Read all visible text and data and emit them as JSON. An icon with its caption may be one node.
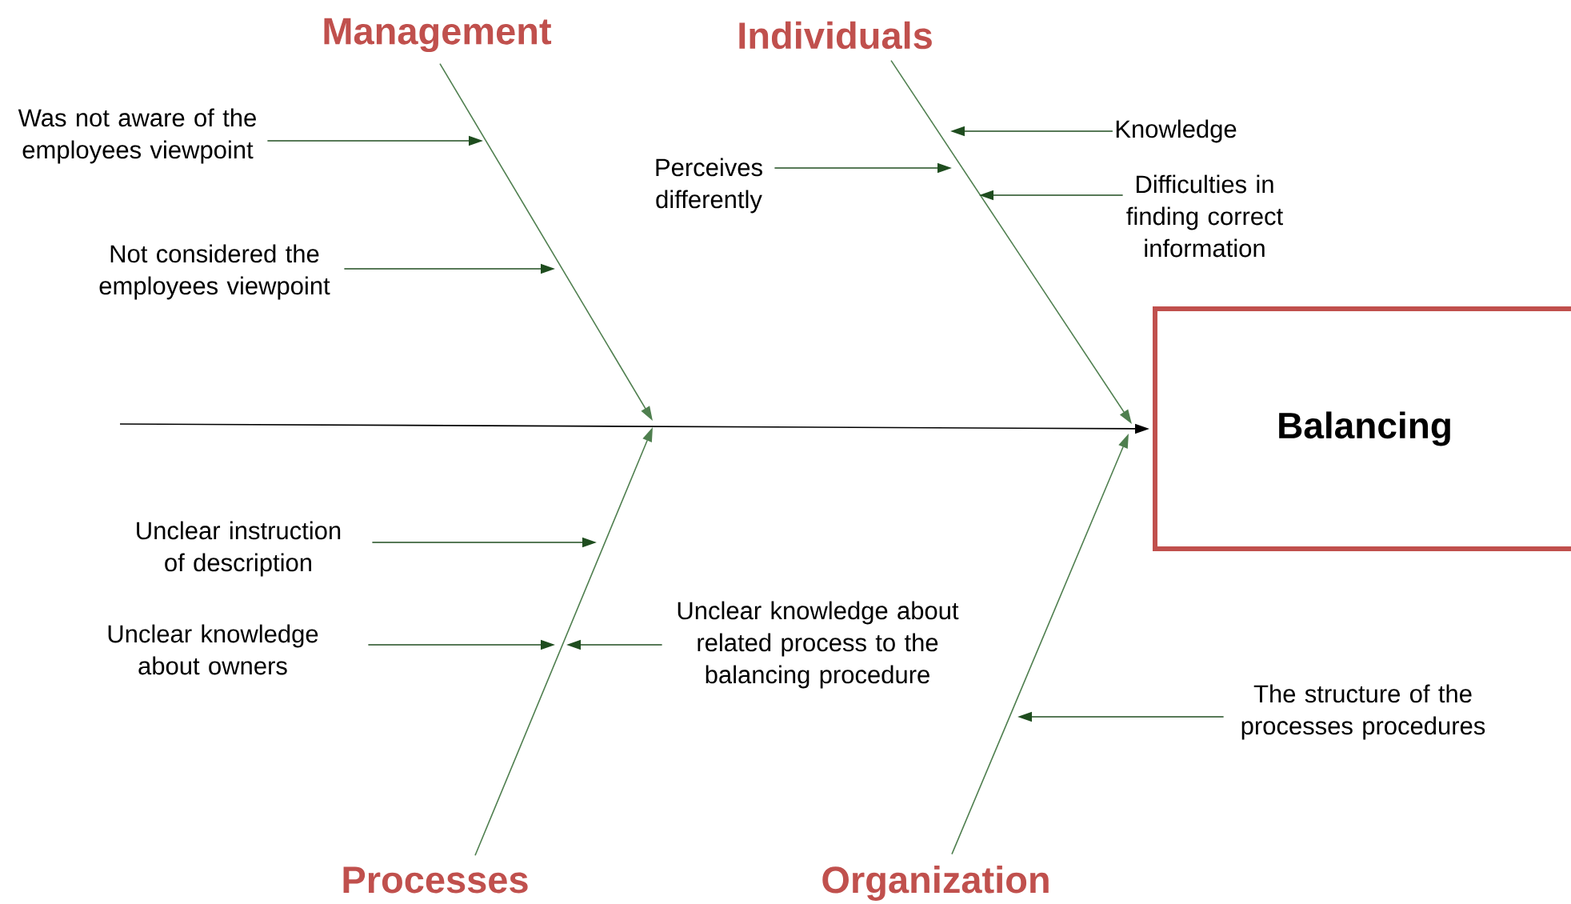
{
  "diagram": {
    "nodes": [
      {
        "text": [
          "Balancing"
        ]
      },
      {
        "text": [
          "Management"
        ]
      },
      {
        "text": [
          "Individuals"
        ]
      },
      {
        "text": [
          "Processes"
        ]
      },
      {
        "text": [
          "Organization"
        ]
      },
      {
        "text": [
          "Was not aware of the employees viewpoint"
        ]
      },
      {
        "text": [
          "Not considered the employees viewpoint"
        ]
      },
      {
        "text": [
          "Perceives differently"
        ]
      },
      {
        "text": [
          "Knowledge"
        ]
      },
      {
        "text": [
          "Difficulties in finding correct information"
        ]
      },
      {
        "text": [
          "Unclear instruction of description"
        ]
      },
      {
        "text": [
          "Unclear knowledge about owners"
        ]
      },
      {
        "text": [
          "Unclear knowledge about related process to the balancing procedure"
        ]
      },
      {
        "text": [
          "The structure of  the processes procedures"
        ]
      }
    ],
    "edges": [
      {
        "from": null,
        "to": 0,
        "arrow": "to",
        "color": "#000000"
      },
      {
        "from": 1,
        "to": null,
        "arrow": "to",
        "color": "#4f7f4f"
      },
      {
        "from": 2,
        "to": 0,
        "arrow": "to",
        "color": "#4f7f4f"
      },
      {
        "from": 3,
        "to": null,
        "arrow": "to",
        "color": "#4f7f4f"
      },
      {
        "from": 4,
        "to": 0,
        "arrow": "to",
        "color": "#4f7f4f"
      },
      {
        "from": 5,
        "to": null,
        "arrow": "to"
      },
      {
        "from": 6,
        "to": null,
        "arrow": "to"
      },
      {
        "from": 7,
        "to": null,
        "arrow": "to"
      },
      {
        "from": 8,
        "to": null,
        "arrow": "to"
      },
      {
        "from": 9,
        "to": null,
        "arrow": "to"
      },
      {
        "from": 10,
        "to": null,
        "arrow": "to"
      },
      {
        "from": 11,
        "to": null,
        "arrow": "to"
      },
      {
        "from": 12,
        "to": null,
        "arrow": "to"
      },
      {
        "from": 13,
        "to": null,
        "arrow": "to"
      }
    ]
  }
}
